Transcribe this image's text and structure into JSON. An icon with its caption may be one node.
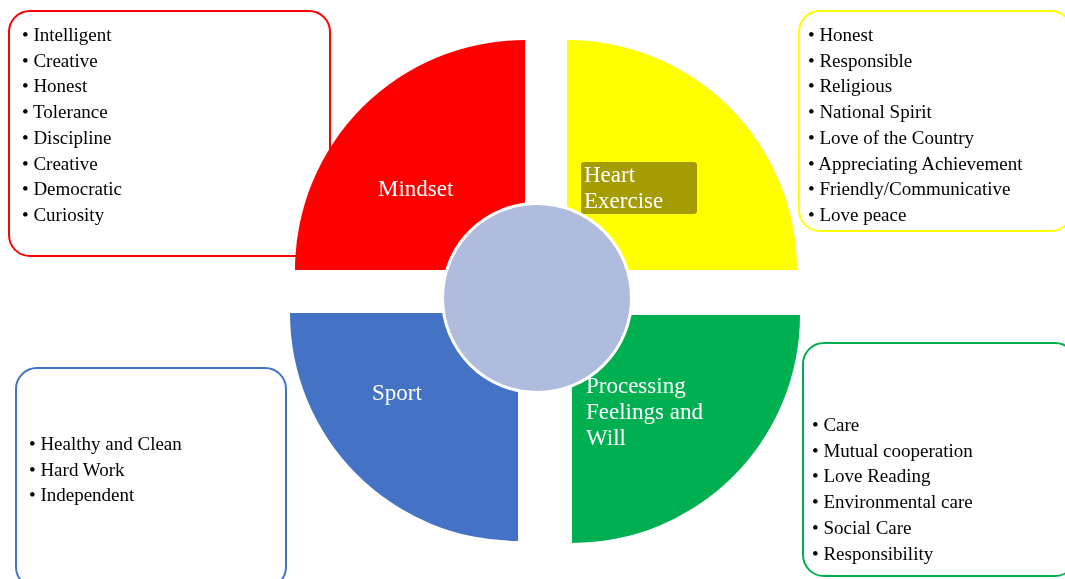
{
  "diagram": {
    "nodes": [
      {
        "text": [
          "• Intelligent",
          "• Creative",
          "• Honest",
          "• Tolerance",
          "• Discipline",
          "• Creative",
          "• Democratic",
          "• Curiosity"
        ]
      },
      {
        "text": [
          "Mindset"
        ]
      },
      {
        "text": [
          "Heart Exercise"
        ]
      },
      {
        "text": [
          "• Honest",
          "• Responsible",
          "• Religious",
          "• National Spirit",
          "• Love of the Country",
          "• Appreciating Achievement",
          "• Friendly/Communicative",
          "• Love peace"
        ]
      },
      {
        "text": [],
        "shape": "circle"
      },
      {
        "text": [
          "Sport"
        ]
      },
      {
        "text": [
          "• Healthy and Clean",
          "• Hard Work",
          "• Independent"
        ]
      },
      {
        "text": [
          "Processing Feelings and Will"
        ]
      },
      {
        "text": [
          "• Care",
          "• Mutual cooperation",
          "• Love Reading",
          "• Environmental care",
          "• Social Care",
          "• Responsibility"
        ]
      }
    ],
    "edges": []
  }
}
